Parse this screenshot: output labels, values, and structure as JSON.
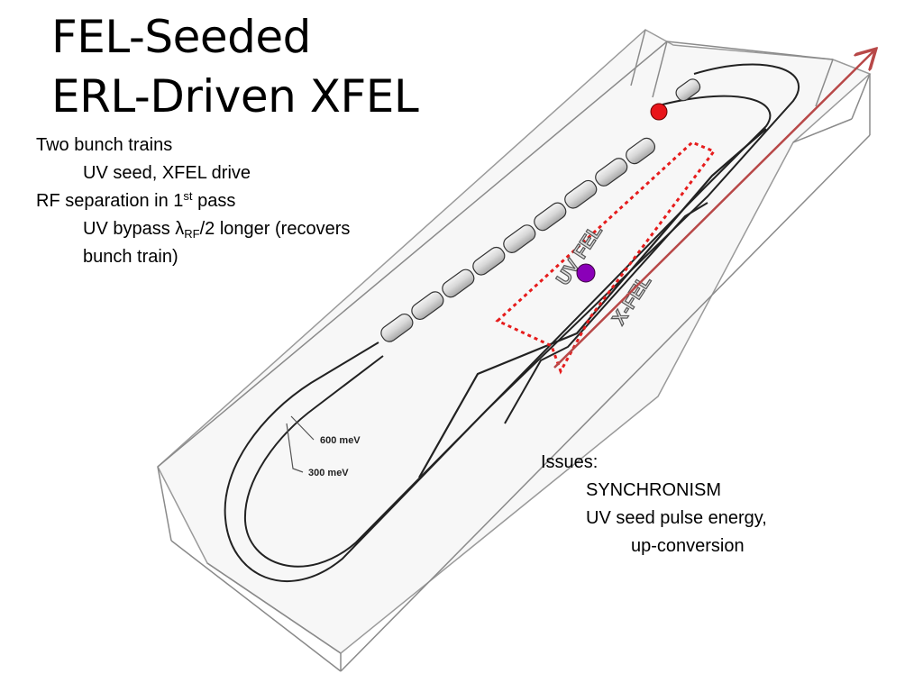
{
  "title": {
    "line1": "FEL-Seeded",
    "line2": "ERL-Driven XFEL"
  },
  "notes": {
    "item1": "Two bunch trains",
    "item1_sub": "UV seed, XFEL drive",
    "item2_pre": "RF separation in 1",
    "item2_sup": "st",
    "item2_post": " pass",
    "item3_pre": "UV bypass ",
    "item3_lambda": "λ",
    "item3_sub": "RF",
    "item3_post": "/2 longer (recovers",
    "item3_cont": "bunch train)"
  },
  "issues": {
    "heading": "Issues:",
    "item1": "SYNCHRONISM",
    "item2": "UV seed pulse energy,",
    "item2_cont": "up-conversion"
  },
  "diagram": {
    "energy_label_high": "600 meV",
    "energy_label_low": "300 meV",
    "uv_fel_label": "UV FEL",
    "xfel_label": "X-FEL",
    "colors": {
      "red_marker": "#e8141a",
      "purple_marker": "#8a00b8",
      "dotted_box": "#e61c1c",
      "output_arrow": "#b84848",
      "enclosure": "#8a8a8a"
    }
  }
}
